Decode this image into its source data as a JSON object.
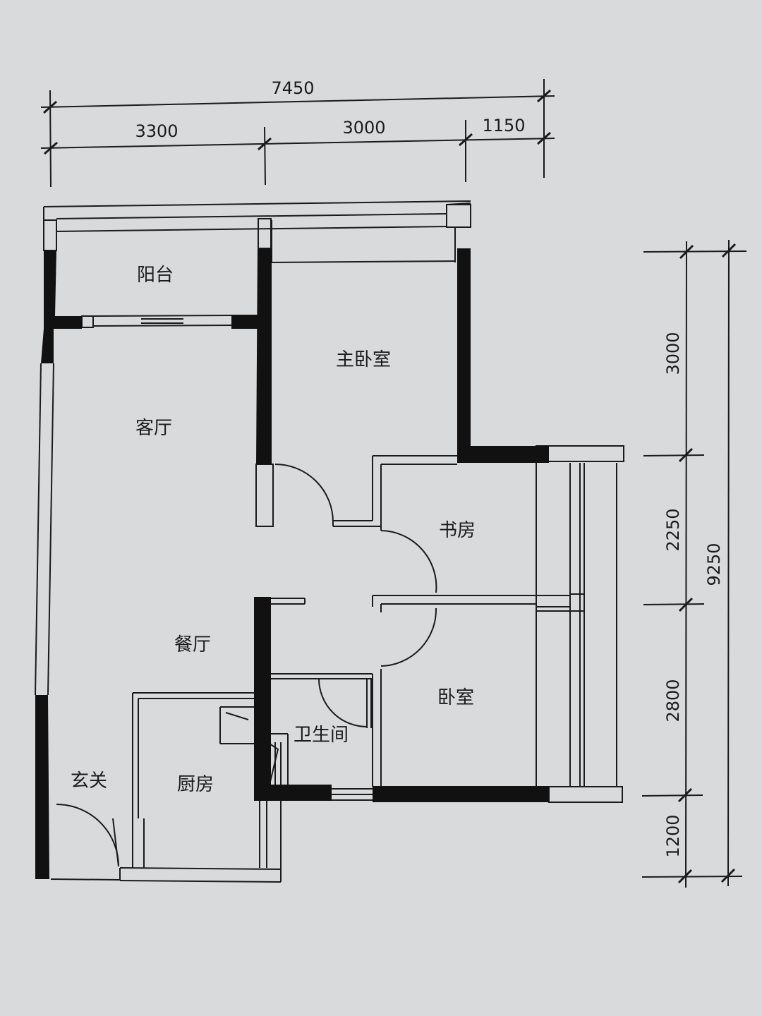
{
  "dimensions": {
    "top_total": "7450",
    "top_segments": [
      "3300",
      "3000",
      "1150"
    ],
    "right_total": "9250",
    "right_segments": [
      "3000",
      "2250",
      "2800",
      "1200"
    ]
  },
  "rooms": {
    "balcony": "阳台",
    "master_bedroom": "主卧室",
    "living_room": "客厅",
    "study": "书房",
    "dining_room": "餐厅",
    "bedroom": "卧室",
    "bathroom": "卫生间",
    "entrance": "玄关",
    "kitchen": "厨房"
  },
  "colors": {
    "paper": "#d9dadc",
    "ink": "#111111"
  }
}
